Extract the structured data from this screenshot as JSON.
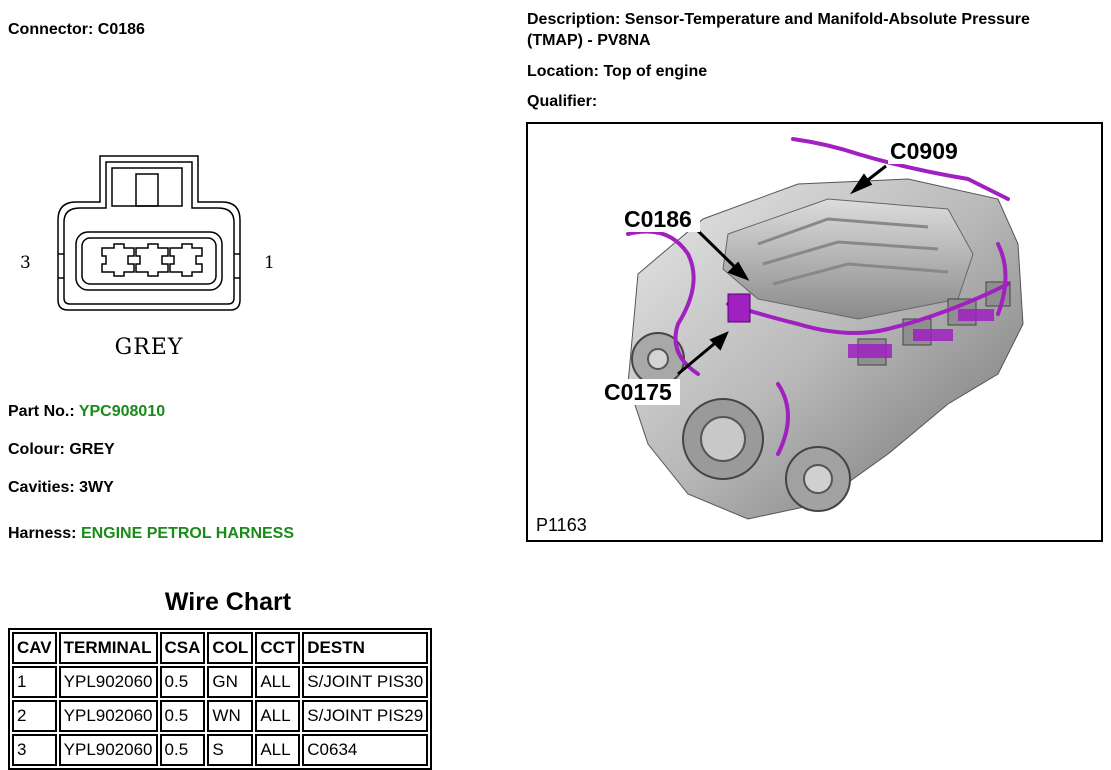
{
  "connector": {
    "label": "Connector:",
    "value": "C0186"
  },
  "description": {
    "label": "Description:",
    "value_line1": "Sensor-Temperature and Manifold-Absolute Pressure",
    "value_line2": "(TMAP) - PV8NA"
  },
  "location": {
    "label": "Location:",
    "value": "Top of engine"
  },
  "qualifier": {
    "label": "Qualifier:",
    "value": ""
  },
  "diagram": {
    "cavity_left": "3",
    "cavity_right": "1",
    "color_label": "GREY"
  },
  "part_no": {
    "label": "Part No.:",
    "value": "YPC908010"
  },
  "colour": {
    "label": "Colour:",
    "value": "GREY"
  },
  "cavities": {
    "label": "Cavities:",
    "value": "3WY"
  },
  "harness": {
    "label": "Harness:",
    "value": "ENGINE PETROL HARNESS"
  },
  "wire_chart": {
    "title": "Wire Chart",
    "headers": [
      "CAV",
      "TERMINAL",
      "CSA",
      "COL",
      "CCT",
      "DESTN"
    ],
    "rows": [
      [
        "1",
        "YPL902060",
        "0.5",
        "GN",
        "ALL",
        "S/JOINT PIS30"
      ],
      [
        "2",
        "YPL902060",
        "0.5",
        "WN",
        "ALL",
        "S/JOINT PIS29"
      ],
      [
        "3",
        "YPL902060",
        "0.5",
        "S",
        "ALL",
        "C0634"
      ]
    ]
  },
  "engine_image": {
    "callouts": [
      "C0909",
      "C0186",
      "C0175"
    ],
    "reference": "P1163",
    "harness_color": "#a020c0"
  }
}
